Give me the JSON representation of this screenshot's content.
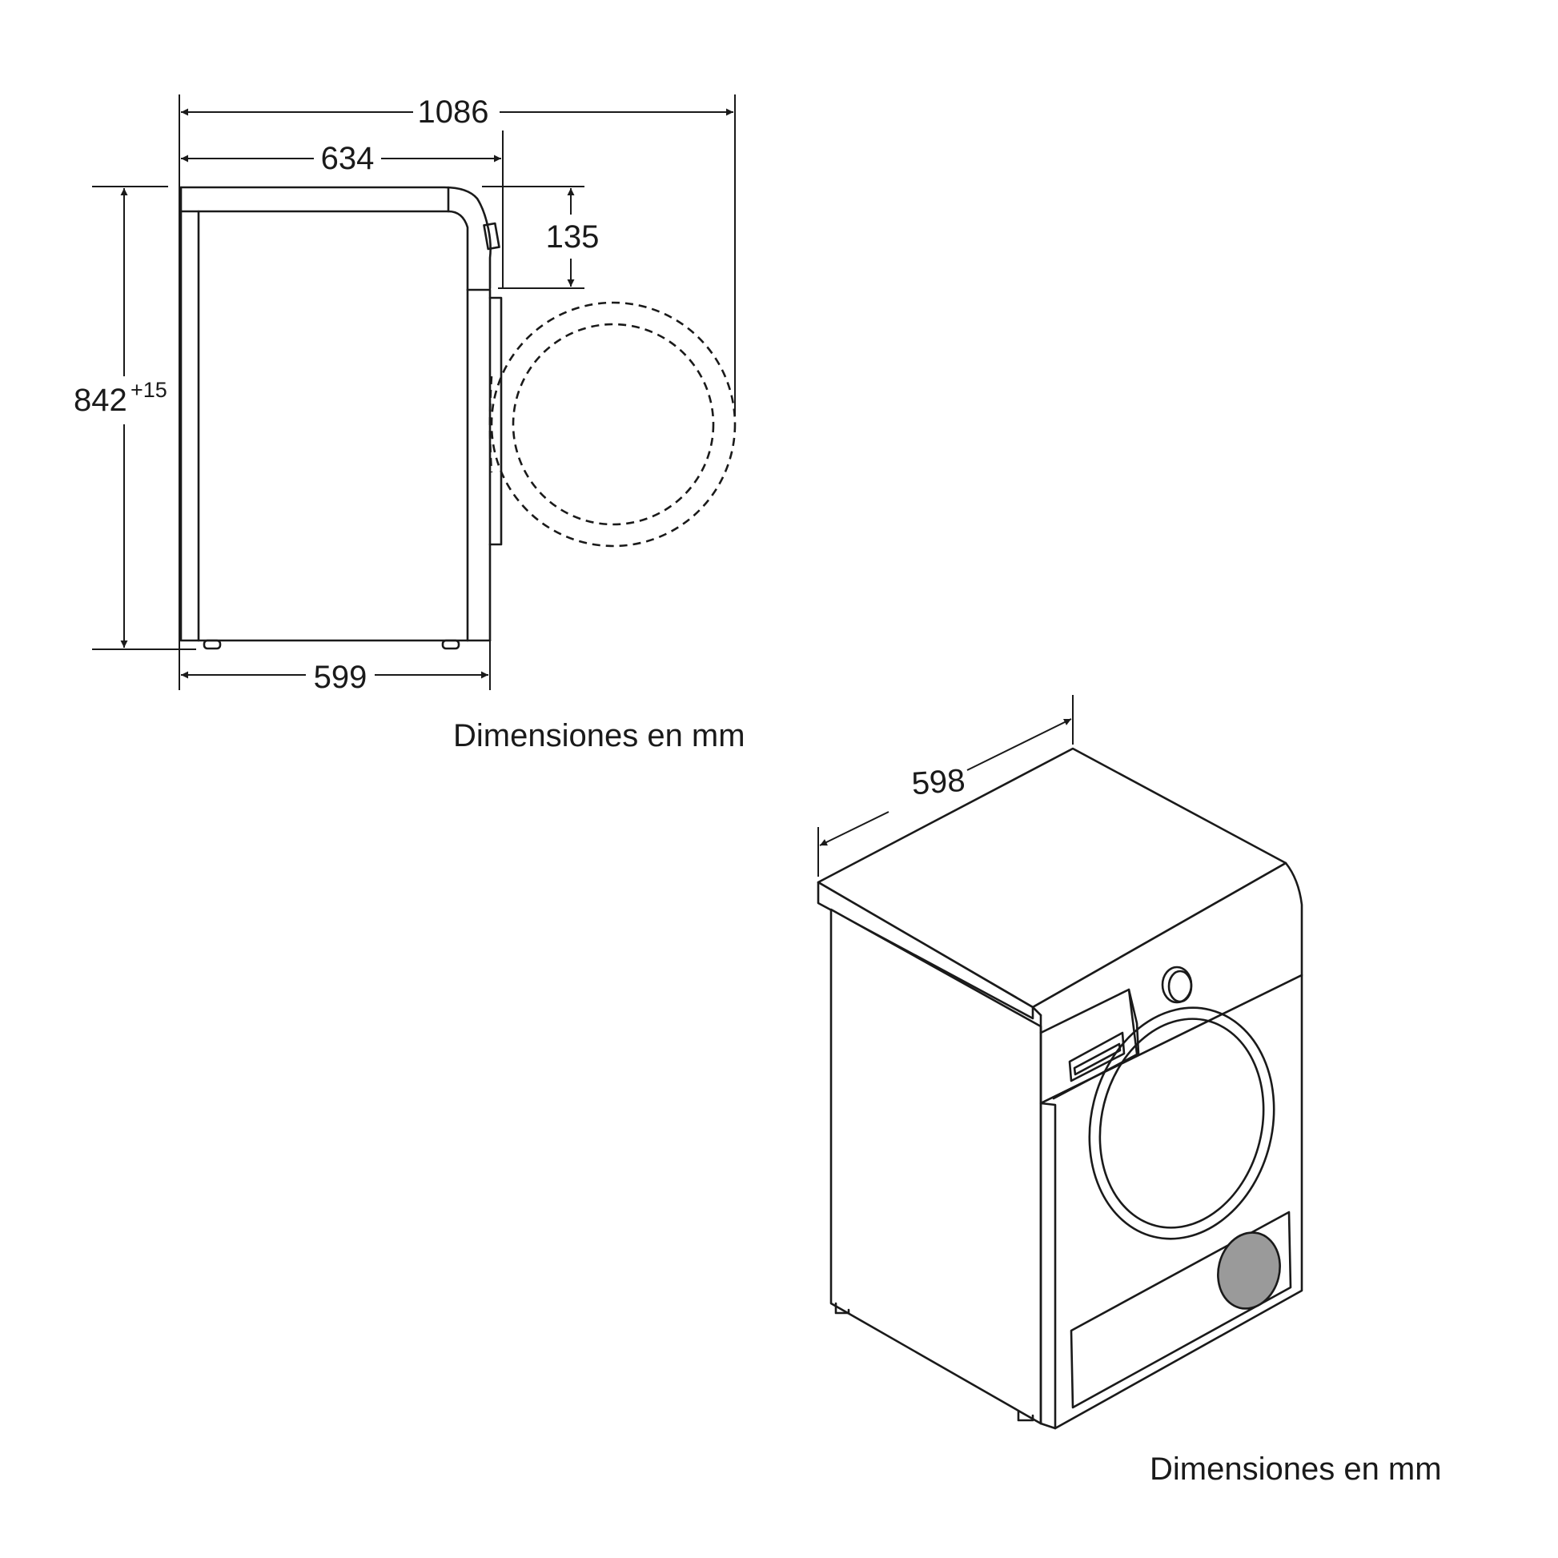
{
  "side_view": {
    "total_depth": "1086",
    "depth": "634",
    "panel_height": "135",
    "height": "842",
    "height_tolerance": "+15",
    "base_depth": "599",
    "caption": "Dimensiones en mm"
  },
  "iso_view": {
    "width": "598",
    "caption": "Dimensiones en mm"
  },
  "colors": {
    "line": "#1a1a1a",
    "filter_fill": "#9a9a9a"
  }
}
